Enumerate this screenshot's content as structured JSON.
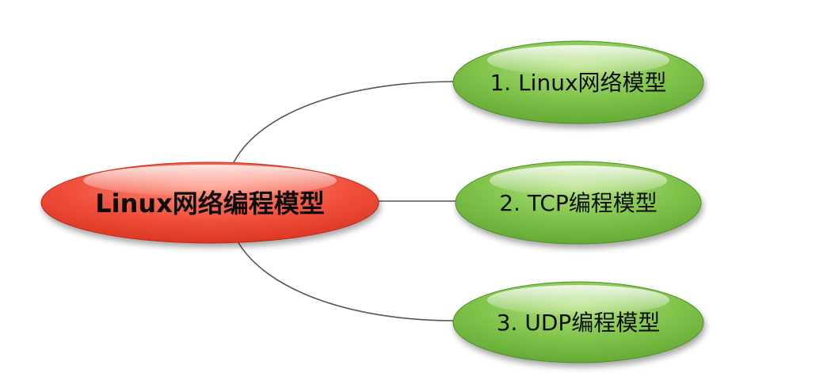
{
  "root": {
    "label": "Linux网络编程模型",
    "fill_color": "#f0503c"
  },
  "children": [
    {
      "label": "1. Linux网络模型",
      "fill_color": "#7fc24a"
    },
    {
      "label": "2. TCP编程模型",
      "fill_color": "#7fc24a"
    },
    {
      "label": "3. UDP编程模型",
      "fill_color": "#7fc24a"
    }
  ],
  "connector_color": "#555555"
}
